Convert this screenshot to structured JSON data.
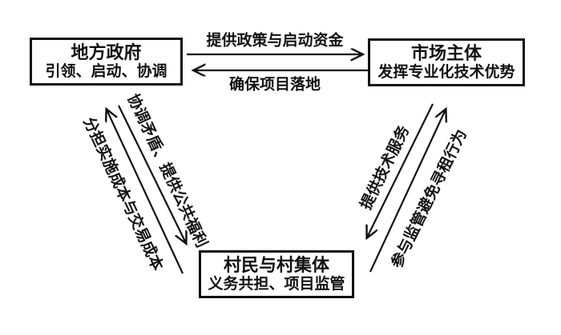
{
  "diagram": {
    "background_color": "#ffffff",
    "stroke_color": "#111111",
    "text_color": "#111111",
    "nodes": [
      {
        "id": "local-government",
        "title": "地方政府",
        "subtitle": "引领、启动、协调"
      },
      {
        "id": "market-entities",
        "title": "市场主体",
        "subtitle": "发挥专业化技术优势"
      },
      {
        "id": "villagers-collective",
        "title": "村民与村集体",
        "subtitle": "义务共担、项目监管"
      }
    ],
    "edges": [
      {
        "from": "地方政府",
        "to": "市场主体",
        "label": "提供政策与启动资金"
      },
      {
        "from": "市场主体",
        "to": "地方政府",
        "label": "确保项目落地"
      },
      {
        "from": "地方政府",
        "to": "村民与村集体",
        "label": "协调矛盾、提供公共福利"
      },
      {
        "from": "村民与村集体",
        "to": "地方政府",
        "label": "分担实施成本与交易成本"
      },
      {
        "from": "市场主体",
        "to": "村民与村集体",
        "label": "提供技术服务"
      },
      {
        "from": "村民与村集体",
        "to": "市场主体",
        "label": "参与监管避免寻租行为"
      }
    ]
  }
}
